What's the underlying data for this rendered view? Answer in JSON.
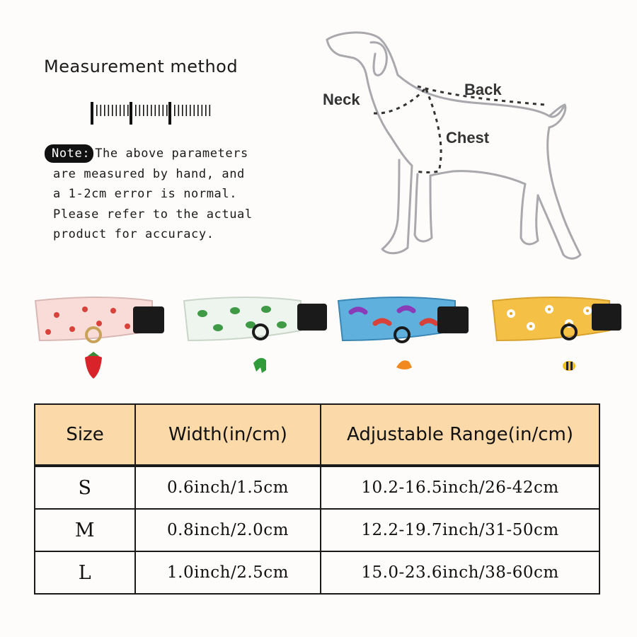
{
  "measurement": {
    "title": "Measurement method",
    "note_label": "Note:",
    "note_lines": [
      "The above parameters",
      "are measured by hand, and",
      "a 1-2cm error is normal.",
      "Please refer to the actual",
      "product for accuracy."
    ]
  },
  "dog_diagram": {
    "labels": {
      "neck": "Neck",
      "back": "Back",
      "chest": "Chest"
    }
  },
  "collars": {
    "items": [
      {
        "pattern": "strawberry",
        "base_color": "#f9dcd8",
        "charm": "strawberry-icon"
      },
      {
        "pattern": "dinosaur",
        "base_color": "#eef4ee",
        "charm": "dinosaur-icon"
      },
      {
        "pattern": "worm",
        "base_color": "#5fb0dc",
        "charm": "dinosaur-icon"
      },
      {
        "pattern": "daisy-bee",
        "base_color": "#f5c046",
        "charm": "bee-icon"
      }
    ]
  },
  "size_table": {
    "headers": [
      "Size",
      "Width(in/cm)",
      "Adjustable Range(in/cm)"
    ],
    "rows": [
      [
        "S",
        "0.6inch/1.5cm",
        "10.2-16.5inch/26-42cm"
      ],
      [
        "M",
        "0.8inch/2.0cm",
        "12.2-19.7inch/31-50cm"
      ],
      [
        "L",
        "1.0inch/2.5cm",
        "15.0-23.6inch/38-60cm"
      ]
    ],
    "header_color": "#fcd9a8"
  }
}
